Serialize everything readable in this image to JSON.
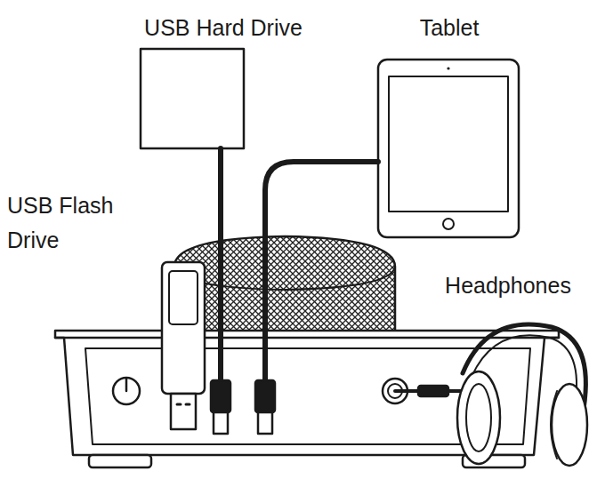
{
  "diagram": {
    "labels": [
      "USB Hard Drive",
      "Tablet",
      "USB Flash Drive",
      "Headphones"
    ]
  }
}
